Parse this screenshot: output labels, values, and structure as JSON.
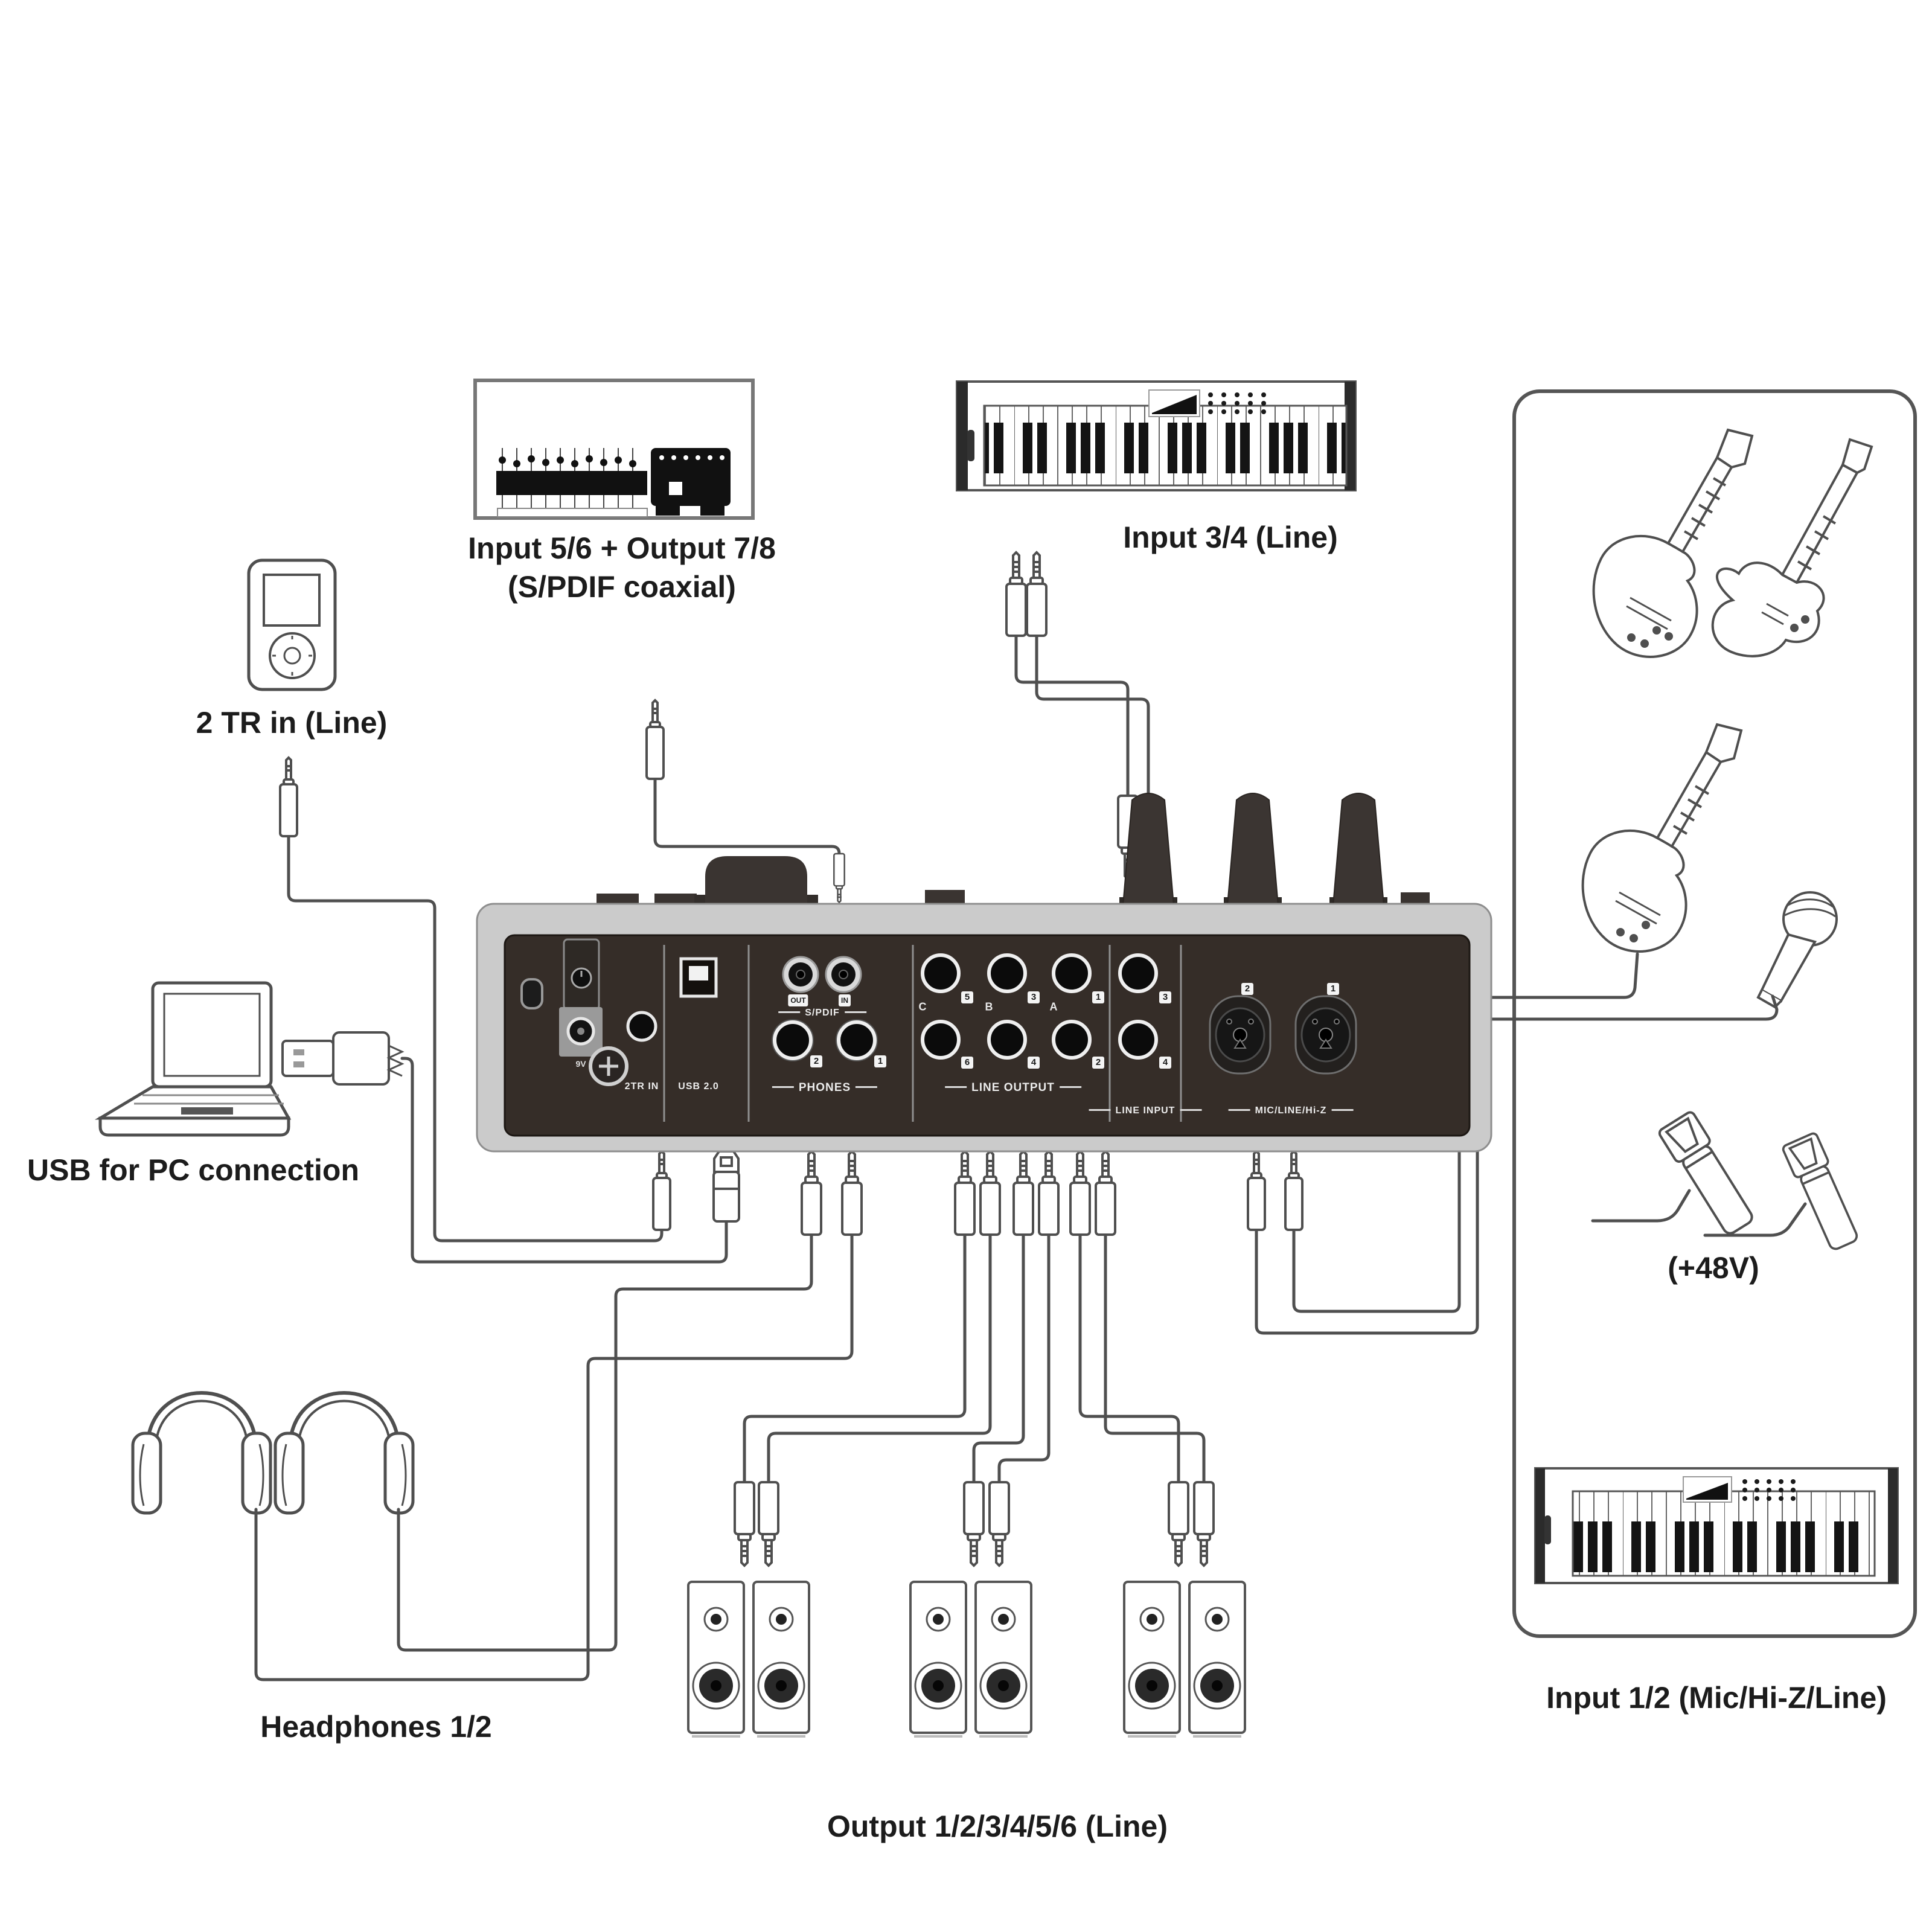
{
  "labels": {
    "spdif_line1": "Input 5/6 + Output 7/8",
    "spdif_line2": "(S/PDIF coaxial)",
    "input34": "Input 3/4 (Line)",
    "tr2in": "2 TR in (Line)",
    "usbpc": "USB for PC connection",
    "headphones": "Headphones 1/2",
    "output": "Output 1/2/3/4/5/6 (Line)",
    "input12": "Input 1/2 (Mic/Hi-Z/Line)",
    "phantom": "(+48V)"
  },
  "panel": {
    "volt": "9V",
    "tr_in": "2TR IN",
    "usb": "USB 2.0",
    "spdif": "S/PDIF",
    "spdif_out": "OUT",
    "spdif_in": "IN",
    "phones": "PHONES",
    "phones_jack2": "2",
    "phones_jack1": "1",
    "line_output": "LINE OUTPUT",
    "group_c": "C",
    "group_b": "B",
    "group_a": "A",
    "out5": "5",
    "out6": "6",
    "out3": "3",
    "out4": "4",
    "out1": "1",
    "out2": "2",
    "line_input": "LINE INPUT",
    "in3": "3",
    "in4": "4",
    "mic_line": "MIC/LINE/Hi-Z",
    "mic2": "2",
    "mic1": "1"
  }
}
